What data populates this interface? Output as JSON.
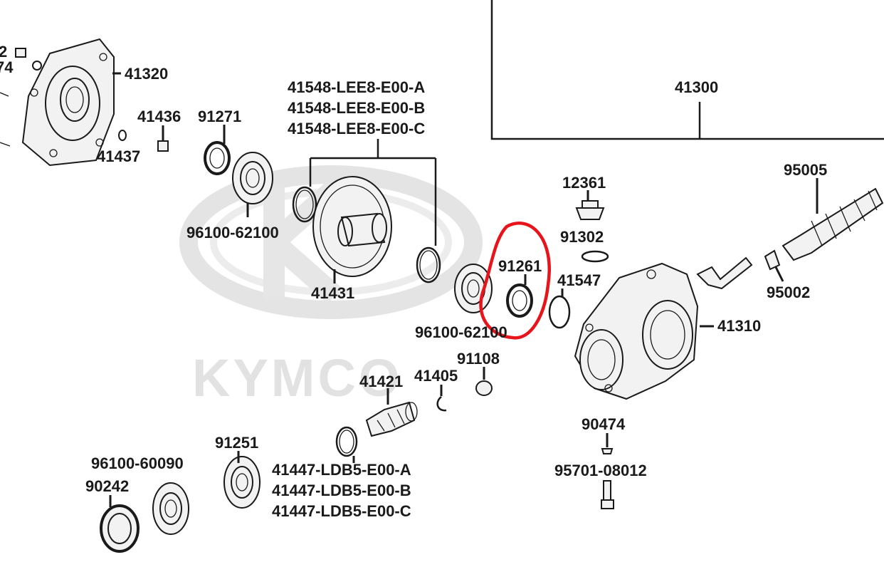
{
  "watermark": {
    "brand": "KYMCO"
  },
  "labels": {
    "p2": "2",
    "p74": "74",
    "p41320": "41320",
    "p41436": "41436",
    "p41437": "41437",
    "p91271": "91271",
    "p41548a": "41548-LEE8-E00-A",
    "p41548b": "41548-LEE8-E00-B",
    "p41548c": "41548-LEE8-E00-C",
    "p41300": "41300",
    "p96100_62100_left": "96100-62100",
    "p41431": "41431",
    "p12361": "12361",
    "p95005": "95005",
    "p91302": "91302",
    "p91261": "91261",
    "p41547": "41547",
    "p96100_62100_mid": "96100-62100",
    "p95002": "95002",
    "p41310": "41310",
    "p91108": "91108",
    "p41421": "41421",
    "p41405": "41405",
    "p91251": "91251",
    "p96100_60090": "96100-60090",
    "p90242": "90242",
    "p41447a": "41447-LDB5-E00-A",
    "p41447b": "41447-LDB5-E00-B",
    "p41447c": "41447-LDB5-E00-C",
    "p90474": "90474",
    "p95701": "95701-08012"
  },
  "highlight": {
    "color": "#e8141b"
  },
  "colors": {
    "ink": "#1a1a1a",
    "watermark": "#e2e2e2"
  }
}
